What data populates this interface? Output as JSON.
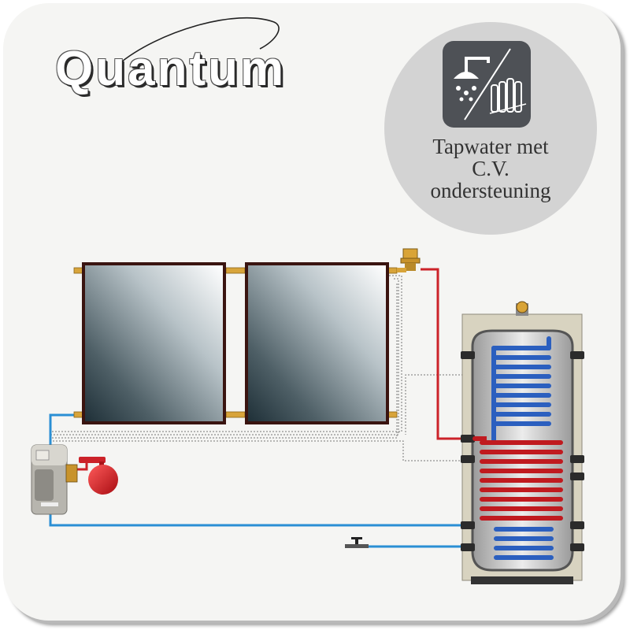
{
  "brand": {
    "name": "Quantum"
  },
  "badge": {
    "icon": "shower-radiator-icon",
    "lines": [
      "Tapwater met",
      "C.V.",
      "ondersteuning"
    ]
  },
  "colors": {
    "hot_pipe": "#cc2229",
    "cold_pipe": "#2a8fd4",
    "tank_casing": "#d8d3c0",
    "badge_bg": "#d3d3d3",
    "icon_bg": "#4e5156",
    "collector_frame": "#3a1410"
  },
  "components": {
    "collectors": 2,
    "icons": [
      "solar-collector",
      "air-vent-valve",
      "pump-station",
      "expansion-vessel",
      "boiler-tank",
      "tap-valve"
    ]
  }
}
